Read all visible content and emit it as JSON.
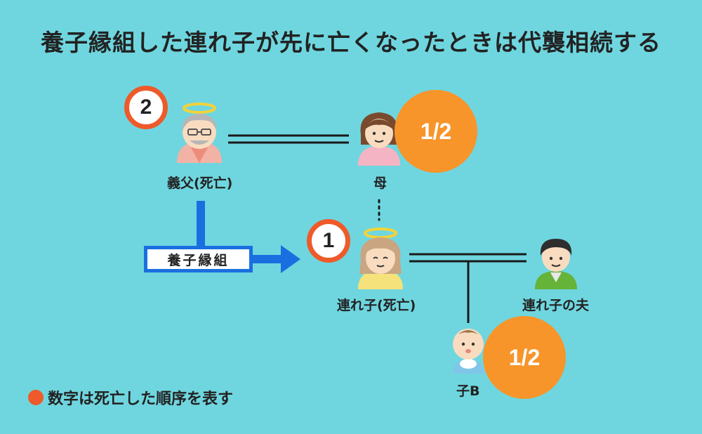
{
  "title": "養子縁組した連れ子が先に亡くなったときは代襲相続する",
  "people": {
    "adoptive_father": {
      "label": "義父(死亡)",
      "order": "2"
    },
    "mother": {
      "label": "母",
      "share": "1/2"
    },
    "stepchild": {
      "label": "連れ子(死亡)",
      "order": "1"
    },
    "stepchild_husband": {
      "label": "連れ子の夫"
    },
    "child_b": {
      "label": "子B",
      "share": "1/2"
    }
  },
  "adoption_label": "養子縁組",
  "legend": "数字は死亡した順序を表す",
  "colors": {
    "background": "#6fd6df",
    "share_circle": "#f7952b",
    "order_ring": "#ee5a2a",
    "adoption_arrow": "#1a6fe0"
  }
}
